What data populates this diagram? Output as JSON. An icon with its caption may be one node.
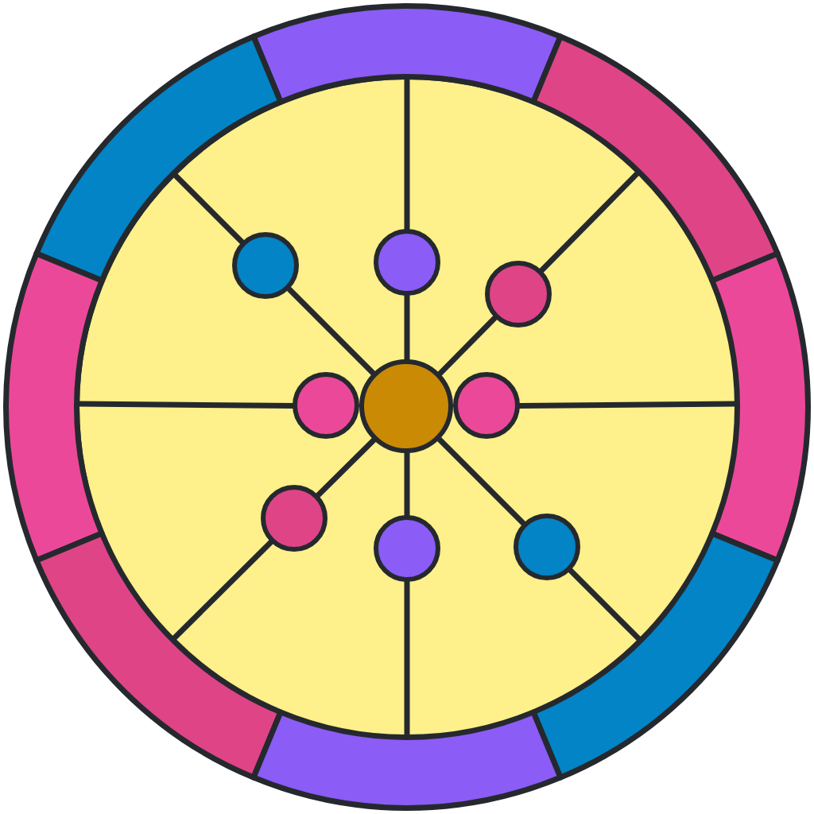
{
  "diagram": {
    "nodes": [
      {
        "text": [],
        "shape": "band"
      },
      {
        "text": [],
        "shape": "band"
      },
      {
        "text": [],
        "shape": "band"
      },
      {
        "text": [],
        "shape": "band"
      },
      {
        "text": [],
        "shape": "band"
      },
      {
        "text": [],
        "shape": "band"
      },
      {
        "text": [],
        "shape": "band"
      },
      {
        "text": [],
        "shape": "band"
      },
      {
        "text": [],
        "shape": "circle"
      },
      {
        "text": [],
        "shape": "circle",
        "in": 8
      },
      {
        "text": [],
        "shape": "circle",
        "in": 8
      },
      {
        "text": [],
        "shape": "circle",
        "in": 8
      },
      {
        "text": [],
        "shape": "circle",
        "in": 8
      },
      {
        "text": [],
        "shape": "circle",
        "in": 8
      },
      {
        "text": [],
        "shape": "circle",
        "in": 8
      },
      {
        "text": [],
        "shape": "circle",
        "in": 8
      },
      {
        "text": [],
        "shape": "circle",
        "in": 8
      },
      {
        "text": [],
        "shape": "circle",
        "in": 8
      }
    ],
    "edges": [
      {
        "from": 9,
        "to": 10,
        "arrow": "none"
      },
      {
        "from": 10,
        "to": 1,
        "arrow": "none"
      },
      {
        "from": 9,
        "to": 11,
        "arrow": "none"
      },
      {
        "from": 11,
        "to": 0,
        "arrow": "none"
      },
      {
        "from": 9,
        "to": 12,
        "arrow": "none"
      },
      {
        "from": 12,
        "to": 2,
        "arrow": "none"
      },
      {
        "from": 13,
        "to": 3,
        "arrow": "none"
      },
      {
        "from": 14,
        "to": 4,
        "arrow": "none"
      },
      {
        "from": 9,
        "to": 15,
        "arrow": "none"
      },
      {
        "from": 15,
        "to": 5,
        "arrow": "none"
      },
      {
        "from": 9,
        "to": 16,
        "arrow": "none"
      },
      {
        "from": 16,
        "to": 7,
        "arrow": "none"
      },
      {
        "from": 9,
        "to": 17,
        "arrow": "none"
      },
      {
        "from": 17,
        "to": 6,
        "arrow": "none"
      }
    ]
  }
}
